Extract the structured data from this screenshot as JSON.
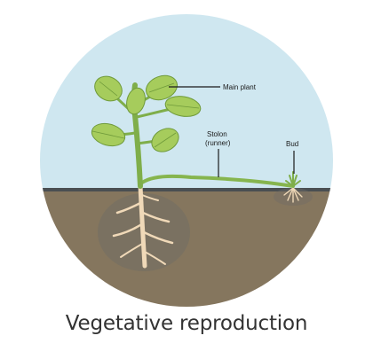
{
  "diagram": {
    "labels": {
      "main_plant": "Main plant",
      "stolon_line1": "Stolon",
      "stolon_line2": "(runner)",
      "bud": "Bud"
    },
    "caption": "Vegetative reproduction"
  },
  "colors": {
    "sky": "#cfe7f0",
    "soil": "#85765e",
    "leaf": "#a6cc5c",
    "leaf_vein": "#6f9a3a",
    "stem": "#7fae4a",
    "root": "#f0d9b8"
  }
}
